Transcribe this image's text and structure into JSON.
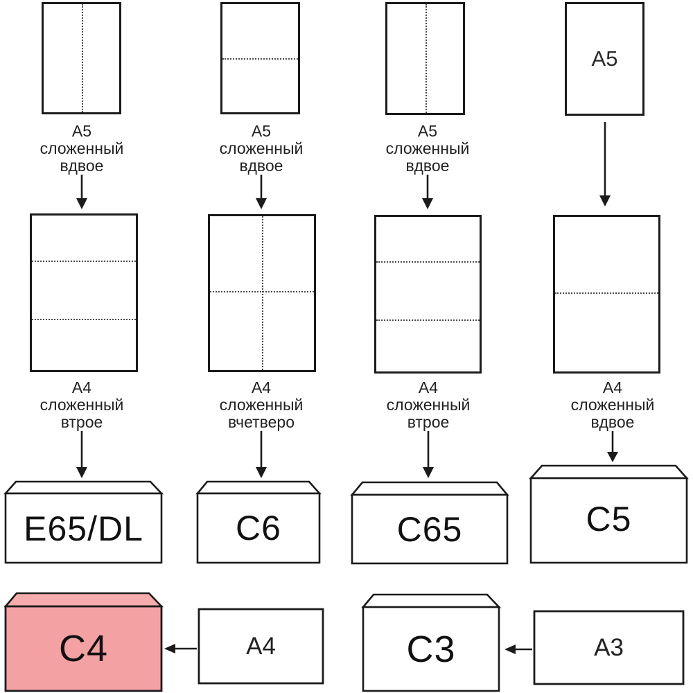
{
  "diagram": {
    "title_hint": "paper-folding-to-envelope-size-chart",
    "colors": {
      "outline": "#1b1b1b",
      "text": "#1f1f1f",
      "fold_line": "#4a4a4a",
      "highlight_envelope_body": "#f4a1a4",
      "highlight_envelope_flap": "#f6abad",
      "background": "#ffffff"
    },
    "columns": [
      {
        "sheet1_fold": "vertical-half",
        "caption1": [
          "A5",
          "сложенный",
          "вдвое"
        ],
        "sheet2_fold": "thirds",
        "caption2": [
          "A4",
          "сложенный",
          "втрое"
        ],
        "envelope": "E65/DL"
      },
      {
        "sheet1_fold": "horizontal-half",
        "caption1": [
          "A5",
          "сложенный",
          "вдвое"
        ],
        "sheet2_fold": "quarters-cross",
        "caption2": [
          "A4",
          "сложенный",
          "вчетверо"
        ],
        "envelope": "C6"
      },
      {
        "sheet1_fold": "vertical-half",
        "caption1": [
          "A5",
          "сложенный",
          "вдвое"
        ],
        "sheet2_fold": "thirds",
        "caption2": [
          "A4",
          "сложенный",
          "втрое"
        ],
        "envelope": "C65"
      },
      {
        "sheet1_label": "A5",
        "sheet2_fold": "horizontal-half",
        "caption2": [
          "A4",
          "сложенный",
          "вдвое"
        ],
        "envelope": "C5"
      }
    ],
    "bottom_row": [
      {
        "envelope": "C4",
        "source": "A4",
        "highlighted": true
      },
      {
        "envelope": "C3",
        "source": "A3",
        "highlighted": false
      }
    ]
  }
}
